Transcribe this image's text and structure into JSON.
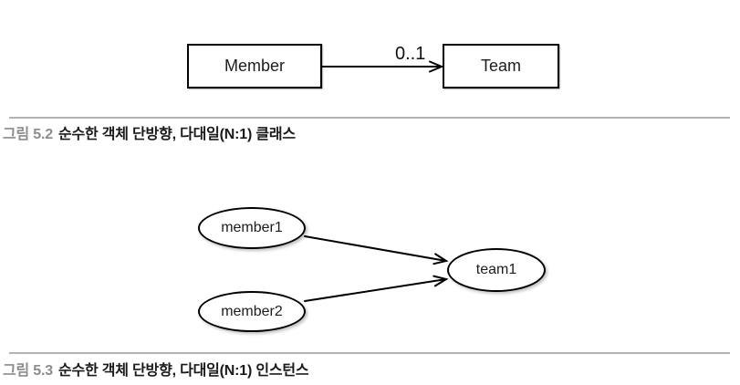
{
  "figure_class": {
    "nodes": {
      "member": "Member",
      "team": "Team"
    },
    "edge_label": "0..1",
    "caption_number": "그림 5.2",
    "caption_text": "순수한 객체 단방향, 다대일(N:1) 클래스"
  },
  "figure_instance": {
    "nodes": {
      "member1": "member1",
      "member2": "member2",
      "team1": "team1"
    },
    "caption_number": "그림 5.3",
    "caption_text": "순수한 객체 단방향, 다대일(N:1) 인스턴스"
  },
  "edges": [
    {
      "from": "Member",
      "to": "Team",
      "label": "0..1",
      "type": "directed"
    },
    {
      "from": "member1",
      "to": "team1",
      "label": "",
      "type": "directed"
    },
    {
      "from": "member2",
      "to": "team1",
      "label": "",
      "type": "directed"
    }
  ],
  "colors": {
    "diagram_stroke": "#000000",
    "caption_number_gray": "#8c8c8c",
    "caption_text_black": "#1a1a1a",
    "rule_gray": "#b3b3b3",
    "background": "#ffffff"
  }
}
